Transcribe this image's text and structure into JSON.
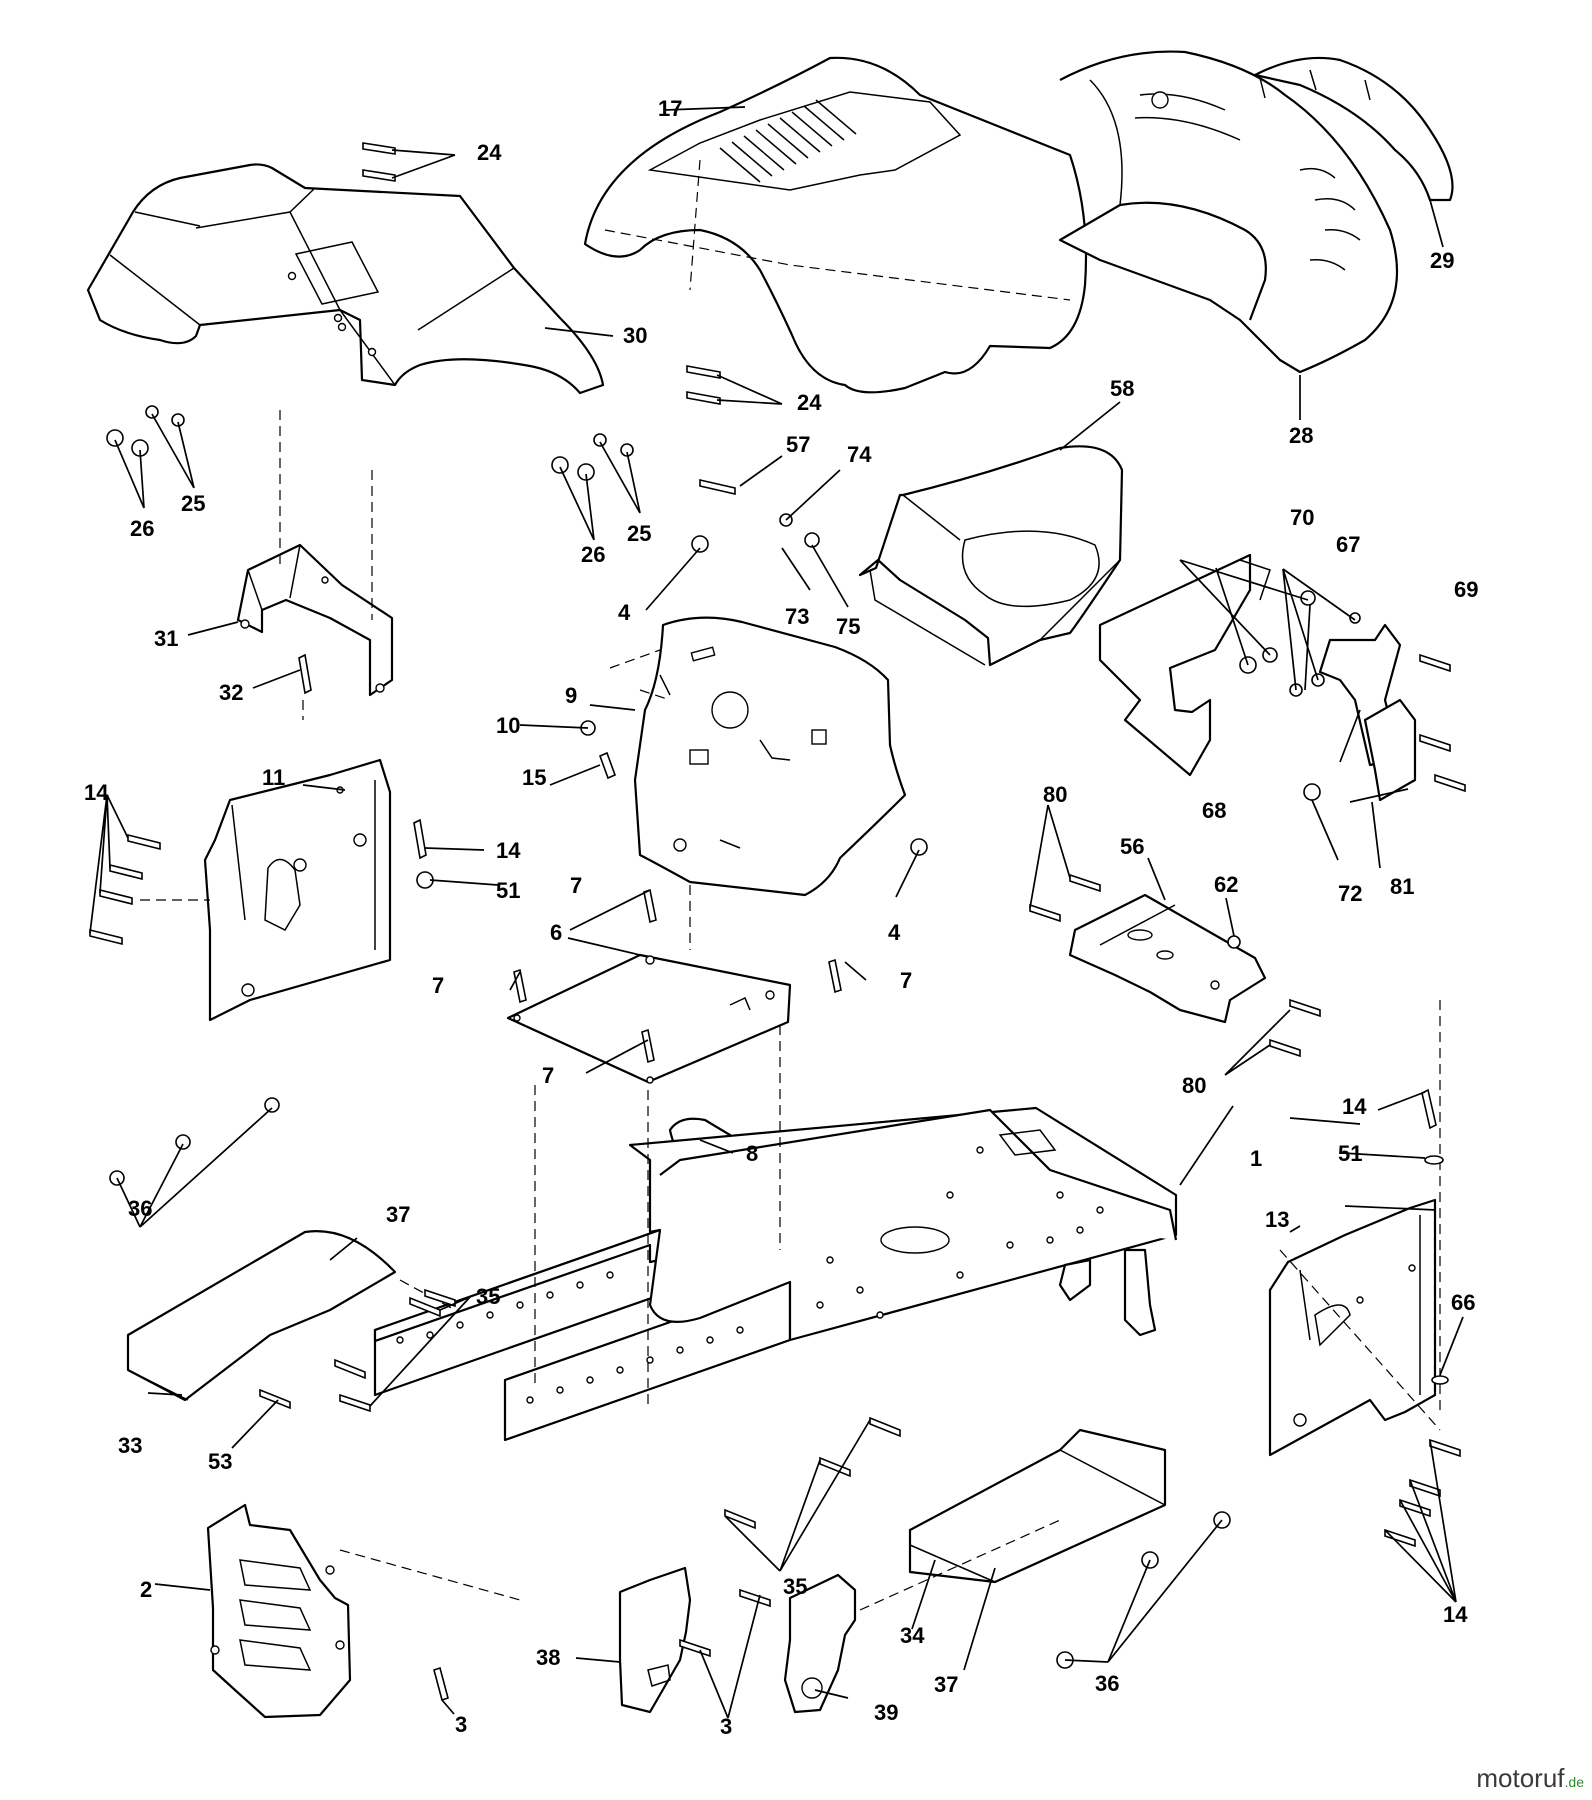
{
  "callouts": {
    "c1": "1",
    "c2": "2",
    "c3a": "3",
    "c3b": "3",
    "c4a": "4",
    "c4b": "4",
    "c6": "6",
    "c7a": "7",
    "c7b": "7",
    "c7c": "7",
    "c7d": "7",
    "c8": "8",
    "c9": "9",
    "c10": "10",
    "c11": "11",
    "c13": "13",
    "c14a": "14",
    "c14b": "14",
    "c14c": "14",
    "c14d": "14",
    "c15": "15",
    "c17": "17",
    "c24a": "24",
    "c24b": "24",
    "c25a": "25",
    "c25b": "25",
    "c26a": "26",
    "c26b": "26",
    "c28": "28",
    "c29": "29",
    "c30": "30",
    "c31": "31",
    "c32": "32",
    "c33": "33",
    "c34": "34",
    "c35a": "35",
    "c35b": "35",
    "c36a": "36",
    "c36b": "36",
    "c37a": "37",
    "c37b": "37",
    "c38": "38",
    "c39": "39",
    "c51a": "51",
    "c51b": "51",
    "c53": "53",
    "c56": "56",
    "c57": "57",
    "c58": "58",
    "c62": "62",
    "c66": "66",
    "c67": "67",
    "c68": "68",
    "c69": "69",
    "c70": "70",
    "c72": "72",
    "c73": "73",
    "c74": "74",
    "c75": "75",
    "c80a": "80",
    "c80b": "80",
    "c81": "81"
  },
  "watermark": {
    "brand": "motoruf",
    "suffix": ".de"
  },
  "colors": {
    "ink": "#000000",
    "paper": "#ffffff",
    "watermark_text": "#3a3a3a",
    "watermark_accent": "#2e8b2e"
  }
}
